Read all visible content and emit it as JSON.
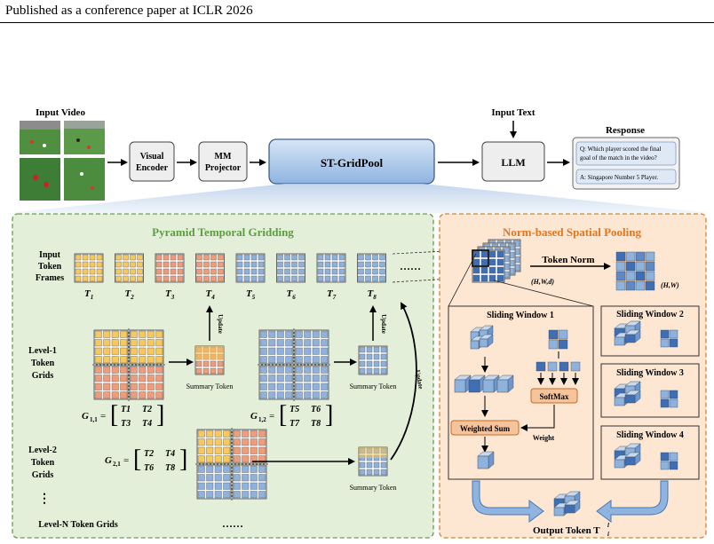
{
  "header": "Published as a conference paper at ICLR 2026",
  "pipeline": {
    "input_video": "Input Video",
    "visual_encoder": [
      "Visual",
      "Encoder"
    ],
    "mm_projector": [
      "MM",
      "Projector"
    ],
    "st_gridpool": "ST-GridPool",
    "input_text": "Input Text",
    "llm": "LLM",
    "response_title": "Response",
    "qa_question_lines": [
      "Q: Which player scored the final",
      "goal of the match in the video?"
    ],
    "qa_answer": "A: Singapore Number 5 Player."
  },
  "left_panel": {
    "title": "Pyramid Temporal Gridding",
    "row_input_label": [
      "Input",
      "Token",
      "Frames"
    ],
    "frame_labels": [
      "T1",
      "T2",
      "T3",
      "T4",
      "T5",
      "T6",
      "T7",
      "T8"
    ],
    "ellipsis": "……",
    "level1_label": [
      "Level-1",
      "Token",
      "Grids"
    ],
    "level2_label": [
      "Level-2",
      "Token",
      "Grids"
    ],
    "vdots": "⋮",
    "levelN_label": "Level-N Token Grids",
    "levelN_ellipsis": "……",
    "update": "Update",
    "summary_token": "Summary Token",
    "g11_label": "G1,1",
    "g11_matrix": [
      [
        "T1",
        "T2"
      ],
      [
        "T3",
        "T4"
      ]
    ],
    "g12_label": "G1,2",
    "g12_matrix": [
      [
        "T5",
        "T6"
      ],
      [
        "T7",
        "T8"
      ]
    ],
    "g21_label": "G2,1",
    "g21_matrix": [
      [
        "T2",
        "T4"
      ],
      [
        "T6",
        "T8"
      ]
    ]
  },
  "right_panel": {
    "title": "Norm-based Spatial Pooling",
    "token_norm": "Token Norm",
    "hwd": "(H,W,d)",
    "hw": "(H,W)",
    "sw1": "Sliding Window 1",
    "sw2": "Sliding Window 2",
    "sw3": "Sliding Window 3",
    "sw4": "Sliding Window 4",
    "softmax": "SoftMax",
    "weighted_sum": "Weighted Sum",
    "weight": "Weight",
    "output": "Output Token T",
    "output_sup": "l",
    "output_sub": "i"
  },
  "colors": {
    "yellow": "#f7c85a",
    "orange": "#ee9c7a",
    "blue": "#8fb2dc",
    "blue_dark": "#3f6eb4",
    "green_panel": "#e3efd9",
    "green_border": "#6a9a55",
    "orange_panel": "#fde6d2",
    "orange_border": "#d9822b",
    "title_green": "#5d9c3f",
    "title_orange": "#e4761f"
  }
}
